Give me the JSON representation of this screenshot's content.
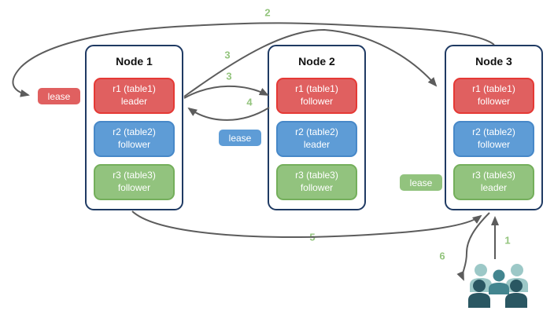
{
  "nodes": [
    {
      "title": "Node 1",
      "replicas": [
        {
          "name": "r1 (table1)",
          "role": "leader",
          "color": "red"
        },
        {
          "name": "r2 (table2)",
          "role": "follower",
          "color": "blue"
        },
        {
          "name": "r3 (table3)",
          "role": "follower",
          "color": "green"
        }
      ]
    },
    {
      "title": "Node 2",
      "replicas": [
        {
          "name": "r1 (table1)",
          "role": "follower",
          "color": "red"
        },
        {
          "name": "r2 (table2)",
          "role": "leader",
          "color": "blue"
        },
        {
          "name": "r3 (table3)",
          "role": "follower",
          "color": "green"
        }
      ]
    },
    {
      "title": "Node 3",
      "replicas": [
        {
          "name": "r1 (table1)",
          "role": "follower",
          "color": "red"
        },
        {
          "name": "r2 (table2)",
          "role": "follower",
          "color": "blue"
        },
        {
          "name": "r3 (table3)",
          "role": "leader",
          "color": "green"
        }
      ]
    }
  ],
  "leases": {
    "red": {
      "label": "lease"
    },
    "blue": {
      "label": "lease"
    },
    "green": {
      "label": "lease"
    }
  },
  "steps": {
    "s1": "1",
    "s2": "2",
    "s3a": "3",
    "s3b": "3",
    "s4": "4",
    "s5": "5",
    "s6": "6"
  },
  "icons": {
    "users": "users-icon"
  },
  "colors": {
    "replica_red": "#e06060",
    "replica_red_border": "#e53935",
    "replica_blue": "#5e9cd6",
    "replica_blue_border": "#4788c8",
    "replica_green": "#92c37e",
    "replica_green_border": "#74af5b",
    "node_border": "#1f3a63",
    "arrow_gray": "#5c5c5c",
    "step_label_green": "#93c47d",
    "users_light": "#9cc8c7",
    "users_medium": "#43858f",
    "users_dark": "#2a5762"
  }
}
